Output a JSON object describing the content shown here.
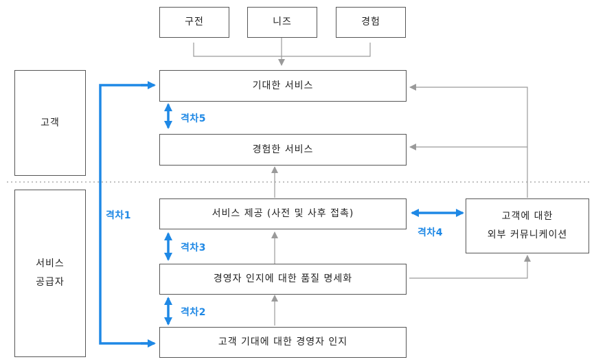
{
  "top_inputs": [
    "구전",
    "니즈",
    "경험"
  ],
  "groups": {
    "customer": "고객",
    "provider_line1": "서비스",
    "provider_line2": "공급자"
  },
  "boxes": {
    "expected": "기대한 서비스",
    "perceived": "경험한 서비스",
    "delivery": "서비스 제공 (사전 및 사후 접촉)",
    "specs": "경영자 인지에 대한 품질 명세화",
    "perception": "고객 기대에 대한 경영자 인지",
    "comm_line1": "고객에 대한",
    "comm_line2": "외부 커뮤니케이션"
  },
  "gaps": {
    "g1": "격차1",
    "g2": "격차2",
    "g3": "격차3",
    "g4": "격차4",
    "g5": "격차5"
  },
  "colors": {
    "gap_arrow": "#1e88e5",
    "flow_arrow": "#9a9a9a",
    "border": "#555555"
  }
}
